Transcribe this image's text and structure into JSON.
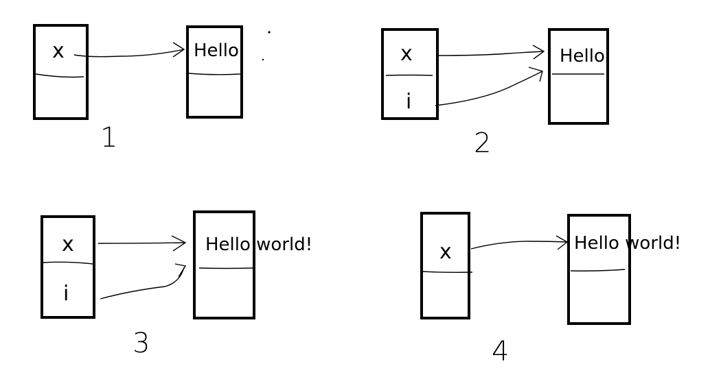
{
  "panels": [
    {
      "number": "1",
      "vars": [
        "x"
      ],
      "value": "Hello"
    },
    {
      "number": "2",
      "vars": [
        "x",
        "i"
      ],
      "value": "Hello"
    },
    {
      "number": "3",
      "vars": [
        "x",
        "i"
      ],
      "value": "Hello world!"
    },
    {
      "number": "4",
      "vars": [
        "x"
      ],
      "value": "Hello world!"
    }
  ],
  "colors": {
    "ink": "#000000",
    "background": "#ffffff"
  }
}
